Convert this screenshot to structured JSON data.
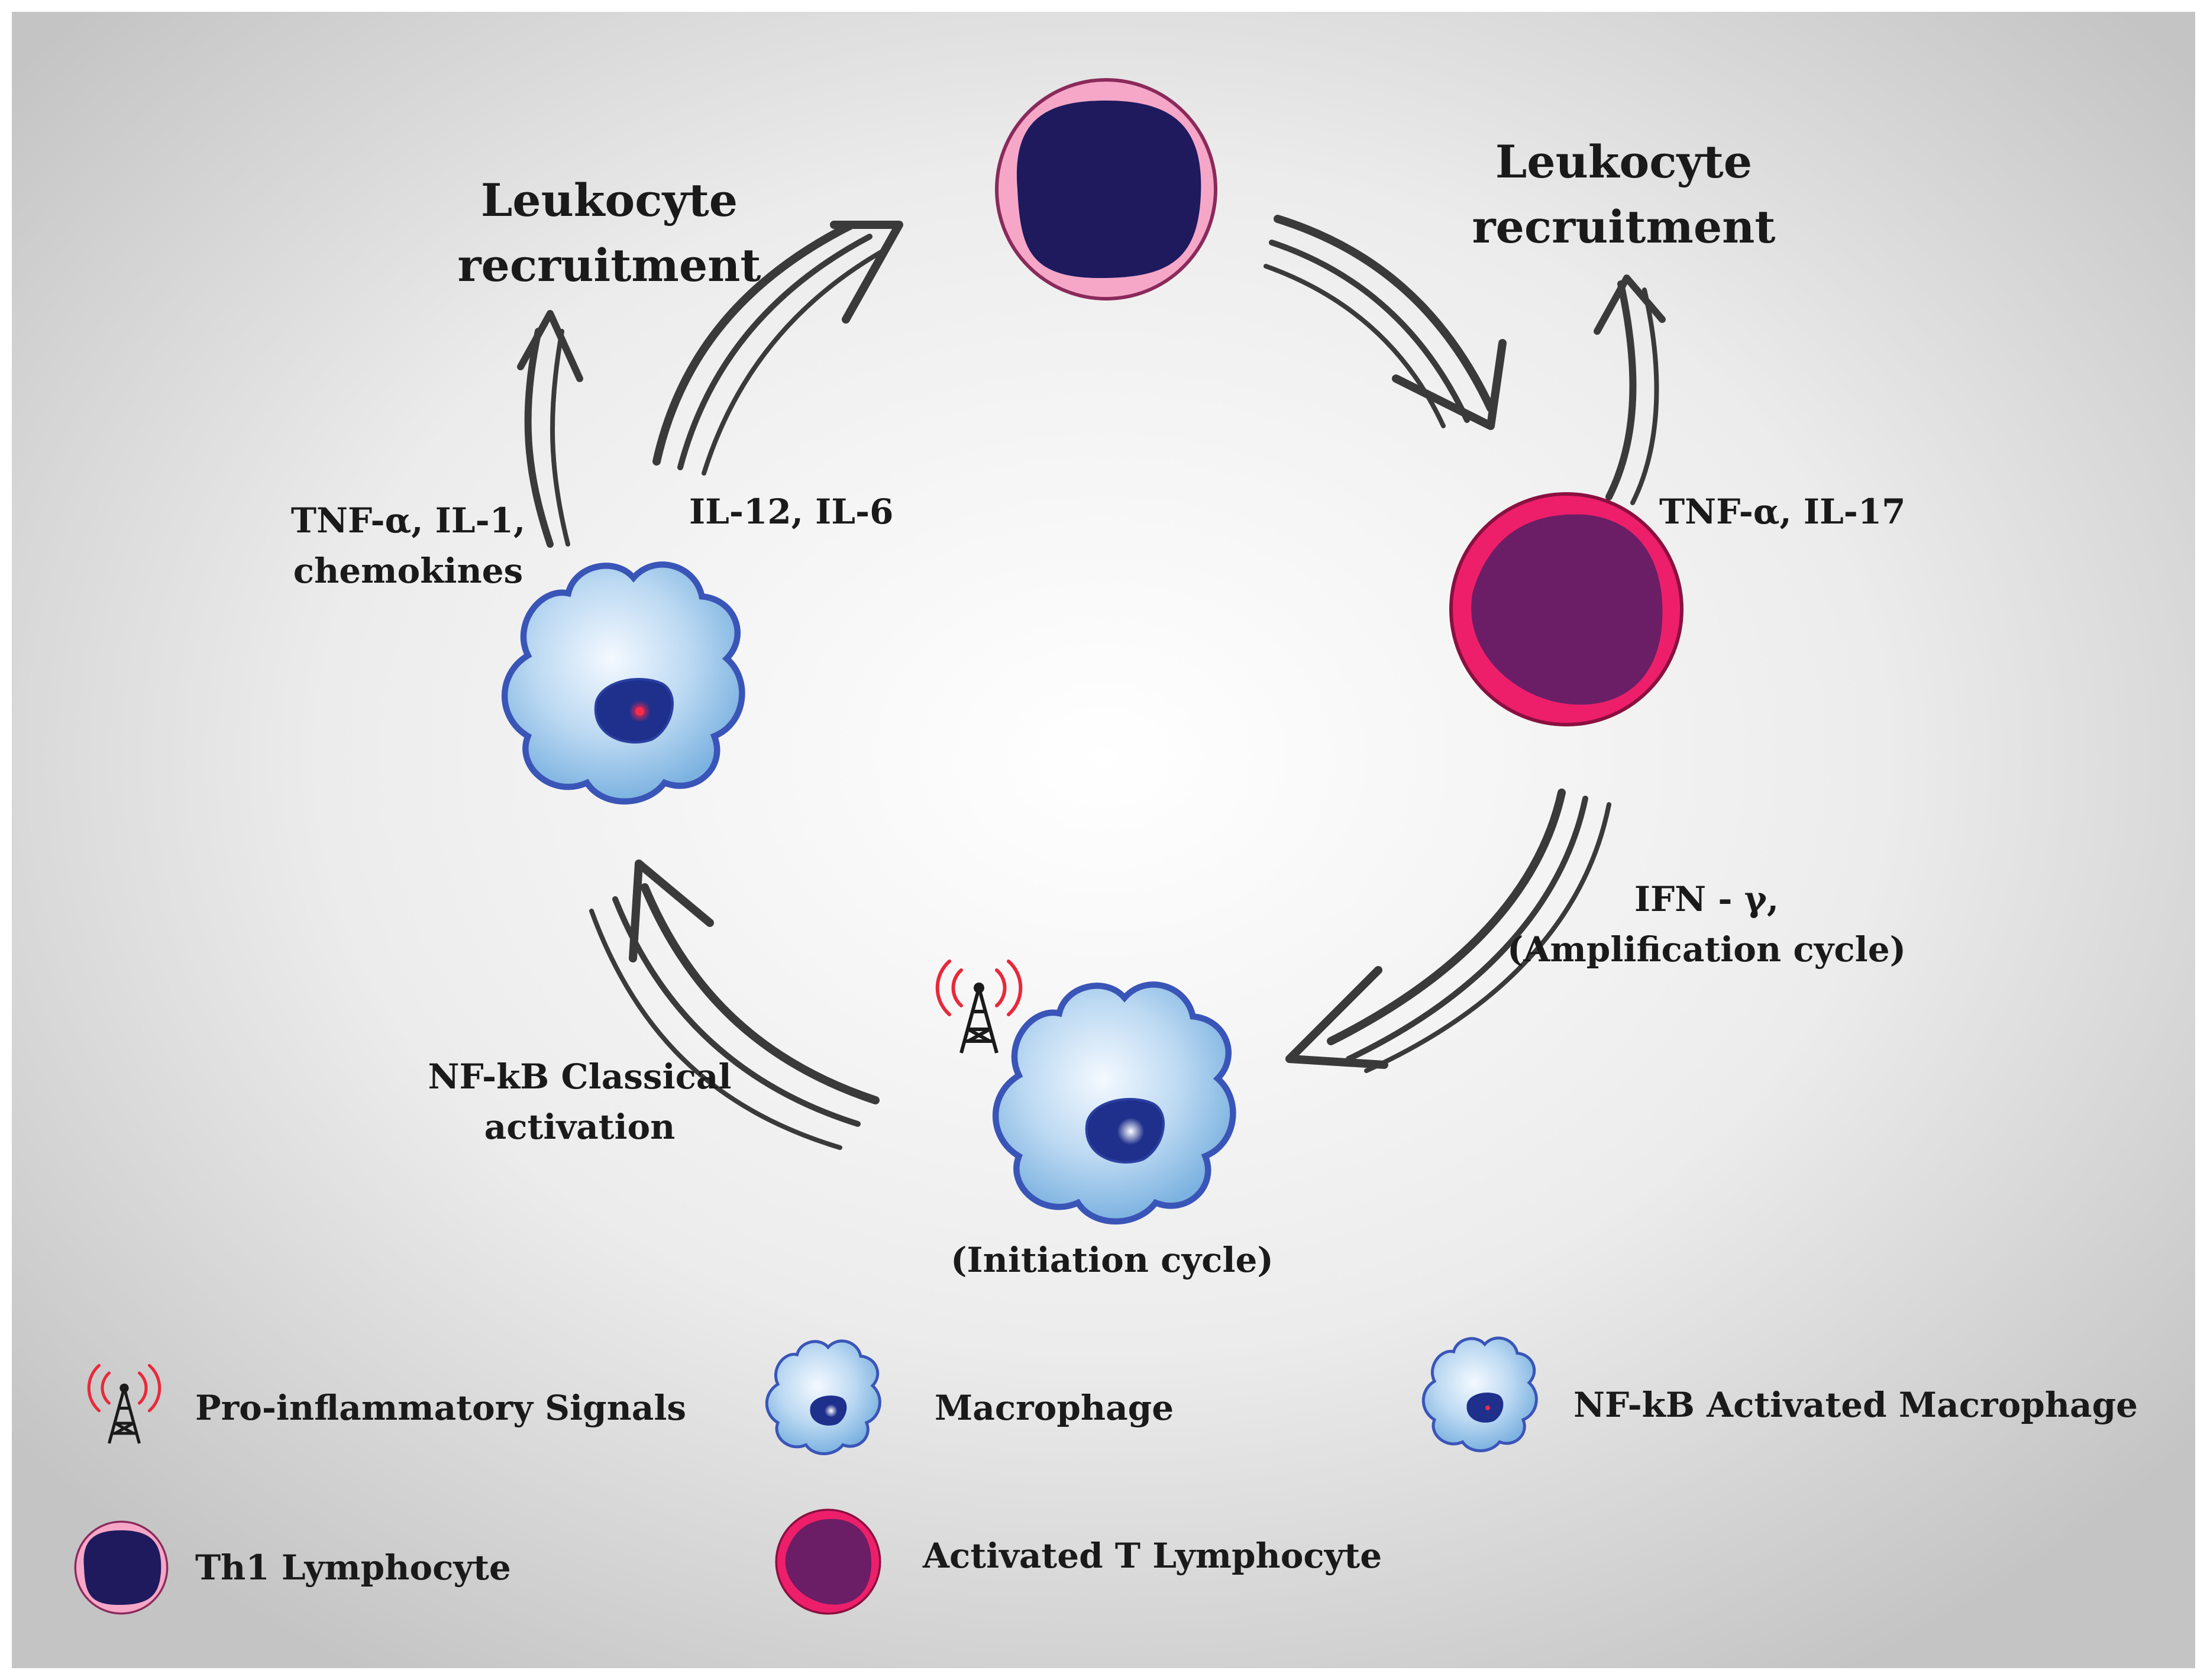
{
  "labels": {
    "recruit_left_1": "Leukocyte",
    "recruit_left_2": "recruitment",
    "recruit_right_1": "Leukocyte",
    "recruit_right_2": "recruitment",
    "cytokines_left_1": "TNF-α, IL-1,",
    "cytokines_left_2": "chemokines",
    "il12_il6": "IL-12, IL-6",
    "tnf_il17": "TNF-α, IL-17",
    "ifn_1": "IFN - γ,",
    "ifn_2": "(Amplification cycle)",
    "nfkb_1": "NF-kB Classical",
    "nfkb_2": "activation",
    "initiation": "(Initiation cycle)"
  },
  "legend": {
    "signals": "Pro-inflammatory Signals",
    "macrophage": "Macrophage",
    "nfkb_macrophage": "NF-kB Activated Macrophage",
    "th1": "Th1 Lymphocyte",
    "activated_t": "Activated T Lymphocyte"
  },
  "icons": [
    "antenna-icon",
    "macrophage-icon",
    "nfkb-macrophage-icon",
    "th1-lymphocyte-icon",
    "activated-t-lymphocyte-icon"
  ],
  "colors": {
    "background_center": "#ffffff",
    "background_edge": "#c9c9c9",
    "th1_membrane": "#f6a7c8",
    "th1_nucleus": "#1f1a5e",
    "activated_membrane": "#ee1f6a",
    "activated_nucleus": "#6b1e66",
    "macrophage_fill": "#8fbfe6",
    "macrophage_outline": "#3a55b8",
    "macrophage_nucleus": "#1e2f8c",
    "nfkb_dot": "#e8245a",
    "signal_red": "#e8293a",
    "arrow": "#3a3a3a"
  }
}
